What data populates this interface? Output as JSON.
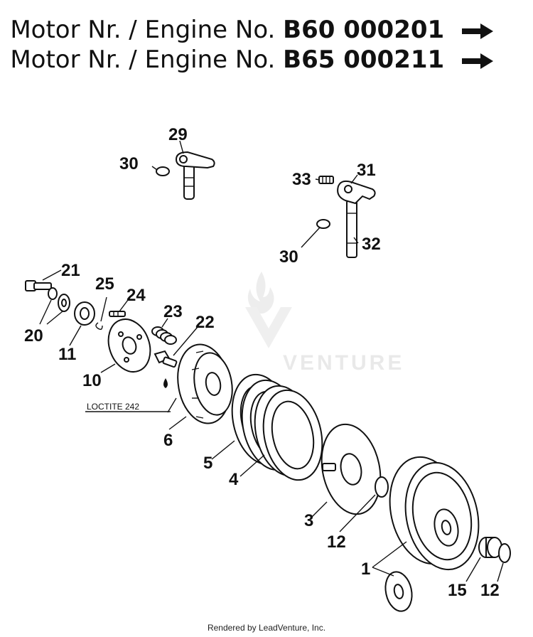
{
  "header": {
    "line1": {
      "prefix": "Motor Nr. / Engine No.",
      "code": "B60 000201"
    },
    "line2": {
      "prefix": "Motor Nr. / Engine No.",
      "code": "B65 000211"
    }
  },
  "watermark": "VENTURE",
  "note": "LOCTITE 242",
  "footer": "Rendered by LeadVenture, Inc.",
  "labels": {
    "n1": "1",
    "n3": "3",
    "n4": "4",
    "n5": "5",
    "n6": "6",
    "n10": "10",
    "n11": "11",
    "n12a": "12",
    "n12b": "12",
    "n15": "15",
    "n20": "20",
    "n21": "21",
    "n22": "22",
    "n23": "23",
    "n24": "24",
    "n25": "25",
    "n29": "29",
    "n30a": "30",
    "n30b": "30",
    "n31": "31",
    "n32": "32",
    "n33": "33"
  }
}
